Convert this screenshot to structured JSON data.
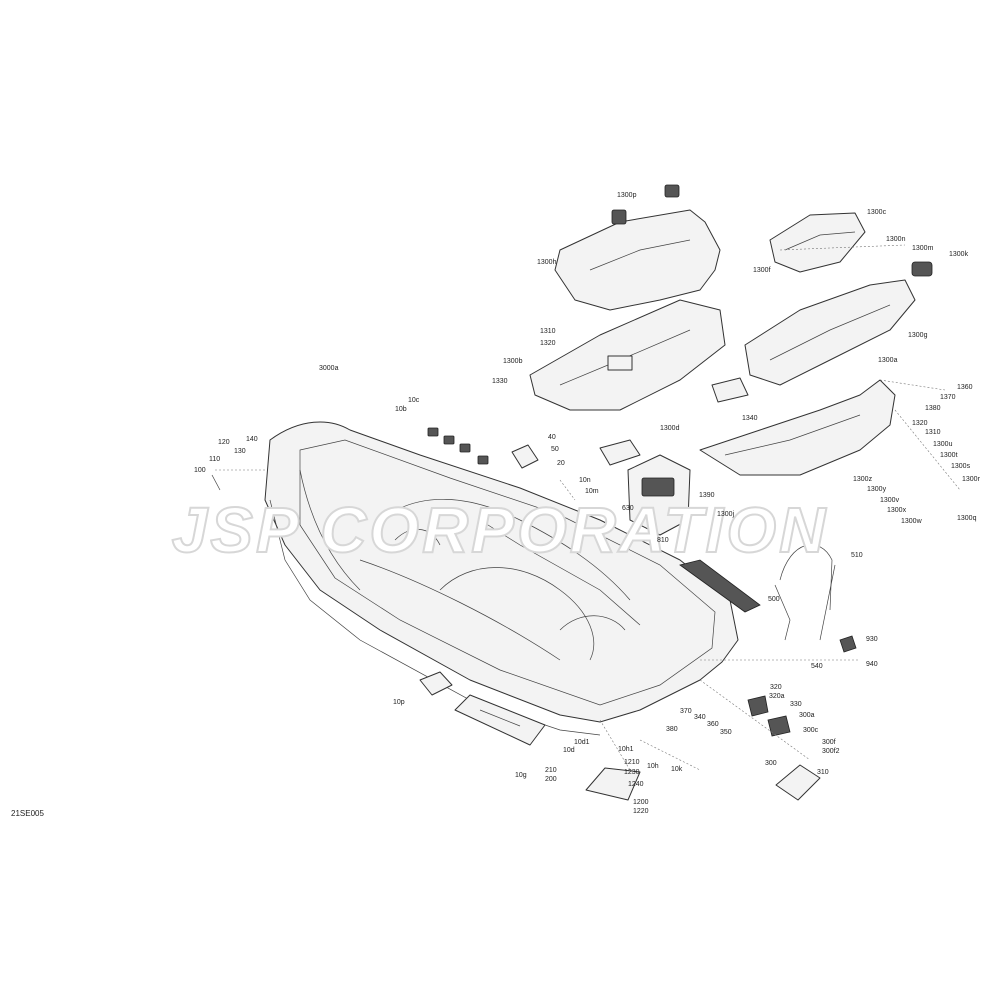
{
  "diagram_code": "21SE005",
  "watermark": {
    "text": "JSP CORPORATION"
  },
  "labels": [
    {
      "id": "l1300p",
      "text": "1300p"
    },
    {
      "id": "l1300c",
      "text": "1300c"
    },
    {
      "id": "l1300n",
      "text": "1300n"
    },
    {
      "id": "l1300m",
      "text": "1300m"
    },
    {
      "id": "l1300k",
      "text": "1300k"
    },
    {
      "id": "l1300f",
      "text": "1300f"
    },
    {
      "id": "l1300h",
      "text": "1300h"
    },
    {
      "id": "l1300g",
      "text": "1300g"
    },
    {
      "id": "l1310a",
      "text": "1310"
    },
    {
      "id": "l1320a",
      "text": "1320"
    },
    {
      "id": "l1300b",
      "text": "1300b"
    },
    {
      "id": "l1330",
      "text": "1330"
    },
    {
      "id": "l3000a",
      "text": "3000a"
    },
    {
      "id": "l1300a",
      "text": "1300a"
    },
    {
      "id": "l1360",
      "text": "1360"
    },
    {
      "id": "l1370",
      "text": "1370"
    },
    {
      "id": "l1380",
      "text": "1380"
    },
    {
      "id": "l1340",
      "text": "1340"
    },
    {
      "id": "l1320b",
      "text": "1320"
    },
    {
      "id": "l1310b",
      "text": "1310"
    },
    {
      "id": "l1300u",
      "text": "1300u"
    },
    {
      "id": "l1300t",
      "text": "1300t"
    },
    {
      "id": "l1300s",
      "text": "1300s"
    },
    {
      "id": "l1300r",
      "text": "1300r"
    },
    {
      "id": "l1300z",
      "text": "1300z"
    },
    {
      "id": "l1300y",
      "text": "1300y"
    },
    {
      "id": "l1300v",
      "text": "1300v"
    },
    {
      "id": "l1300x",
      "text": "1300x"
    },
    {
      "id": "l1300w",
      "text": "1300w"
    },
    {
      "id": "l1300q",
      "text": "1300q"
    },
    {
      "id": "l1390",
      "text": "1390"
    },
    {
      "id": "l1300j",
      "text": "1300j"
    },
    {
      "id": "l1300d",
      "text": "1300d"
    },
    {
      "id": "l10c",
      "text": "10c"
    },
    {
      "id": "l10b",
      "text": "10b"
    },
    {
      "id": "l40",
      "text": "40"
    },
    {
      "id": "l50",
      "text": "50"
    },
    {
      "id": "l20",
      "text": "20"
    },
    {
      "id": "l120",
      "text": "120"
    },
    {
      "id": "l140",
      "text": "140"
    },
    {
      "id": "l130",
      "text": "130"
    },
    {
      "id": "l110",
      "text": "110"
    },
    {
      "id": "l100",
      "text": "100"
    },
    {
      "id": "l10n",
      "text": "10n"
    },
    {
      "id": "l10m",
      "text": "10m"
    },
    {
      "id": "l630",
      "text": "630"
    },
    {
      "id": "l810",
      "text": "810"
    },
    {
      "id": "l510",
      "text": "510"
    },
    {
      "id": "l500",
      "text": "500"
    },
    {
      "id": "l540",
      "text": "540"
    },
    {
      "id": "l930",
      "text": "930"
    },
    {
      "id": "l940",
      "text": "940"
    },
    {
      "id": "l10p",
      "text": "10p"
    },
    {
      "id": "l320",
      "text": "320"
    },
    {
      "id": "l320a",
      "text": "320a"
    },
    {
      "id": "l330",
      "text": "330"
    },
    {
      "id": "l300a",
      "text": "300a"
    },
    {
      "id": "l300c",
      "text": "300c"
    },
    {
      "id": "l300f",
      "text": "300f"
    },
    {
      "id": "l300f2",
      "text": "300f2"
    },
    {
      "id": "l300",
      "text": "300"
    },
    {
      "id": "l310",
      "text": "310"
    },
    {
      "id": "l380",
      "text": "380"
    },
    {
      "id": "l370",
      "text": "370"
    },
    {
      "id": "l340",
      "text": "340"
    },
    {
      "id": "l360",
      "text": "360"
    },
    {
      "id": "l350",
      "text": "350"
    },
    {
      "id": "l10d1",
      "text": "10d1"
    },
    {
      "id": "l10d",
      "text": "10d"
    },
    {
      "id": "l10h1",
      "text": "10h1"
    },
    {
      "id": "l10h",
      "text": "10h"
    },
    {
      "id": "l10k",
      "text": "10k"
    },
    {
      "id": "l10g",
      "text": "10g"
    },
    {
      "id": "l210",
      "text": "210"
    },
    {
      "id": "l200",
      "text": "200"
    },
    {
      "id": "l1210",
      "text": "1210"
    },
    {
      "id": "l1230",
      "text": "1230"
    },
    {
      "id": "l1240",
      "text": "1240"
    },
    {
      "id": "l1200",
      "text": "1200"
    },
    {
      "id": "l1220",
      "text": "1220"
    }
  ]
}
